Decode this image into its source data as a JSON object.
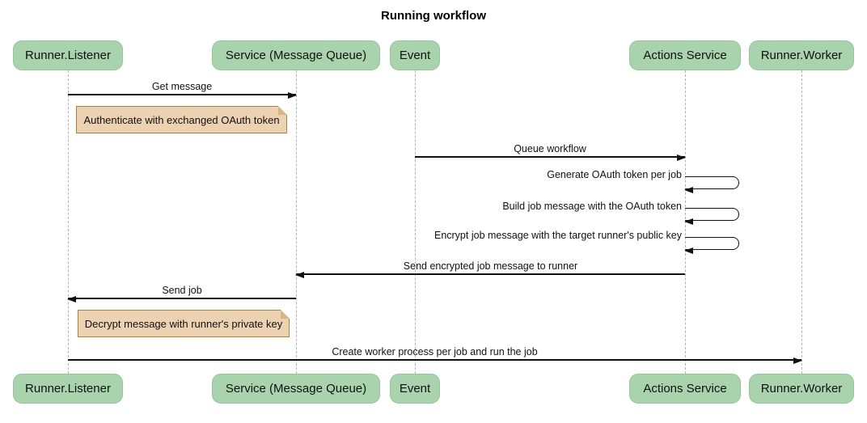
{
  "title": "Running workflow",
  "diagram_type": "sequence-diagram",
  "participants": [
    {
      "id": "runner-listener",
      "label": "Runner.Listener"
    },
    {
      "id": "service-message-queue",
      "label": "Service (Message Queue)"
    },
    {
      "id": "event",
      "label": "Event"
    },
    {
      "id": "actions-service",
      "label": "Actions Service"
    },
    {
      "id": "runner-worker",
      "label": "Runner.Worker"
    }
  ],
  "messages": [
    {
      "kind": "arrow",
      "from": "Runner.Listener",
      "to": "Service (Message Queue)",
      "label": "Get message"
    },
    {
      "kind": "arrow",
      "from": "Event",
      "to": "Actions Service",
      "label": "Queue workflow"
    },
    {
      "kind": "self",
      "from": "Actions Service",
      "to": "Actions Service",
      "label": "Generate OAuth token per job"
    },
    {
      "kind": "self",
      "from": "Actions Service",
      "to": "Actions Service",
      "label": "Build job message with the OAuth token"
    },
    {
      "kind": "self",
      "from": "Actions Service",
      "to": "Actions Service",
      "label": "Encrypt job message with the target runner's public key"
    },
    {
      "kind": "arrow",
      "from": "Actions Service",
      "to": "Service (Message Queue)",
      "label": "Send encrypted job message to runner"
    },
    {
      "kind": "arrow",
      "from": "Service (Message Queue)",
      "to": "Runner.Listener",
      "label": "Send job"
    },
    {
      "kind": "arrow",
      "from": "Runner.Listener",
      "to": "Runner.Worker",
      "label": "Create worker process per job and run the job"
    }
  ],
  "notes": [
    {
      "over": "Runner.Listener",
      "label": "Authenticate with exchanged OAuth token"
    },
    {
      "over": "Runner.Listener",
      "label": "Decrypt message with runner's private key"
    }
  ],
  "colors": {
    "actor_fill": "#A8D3AD",
    "actor_border": "#96C59C",
    "note_fill": "#EDD2B2",
    "note_border": "#AE8045",
    "lifeline": "#B2B2B2",
    "message_line": "#111111",
    "background": "#FFFFFF"
  }
}
